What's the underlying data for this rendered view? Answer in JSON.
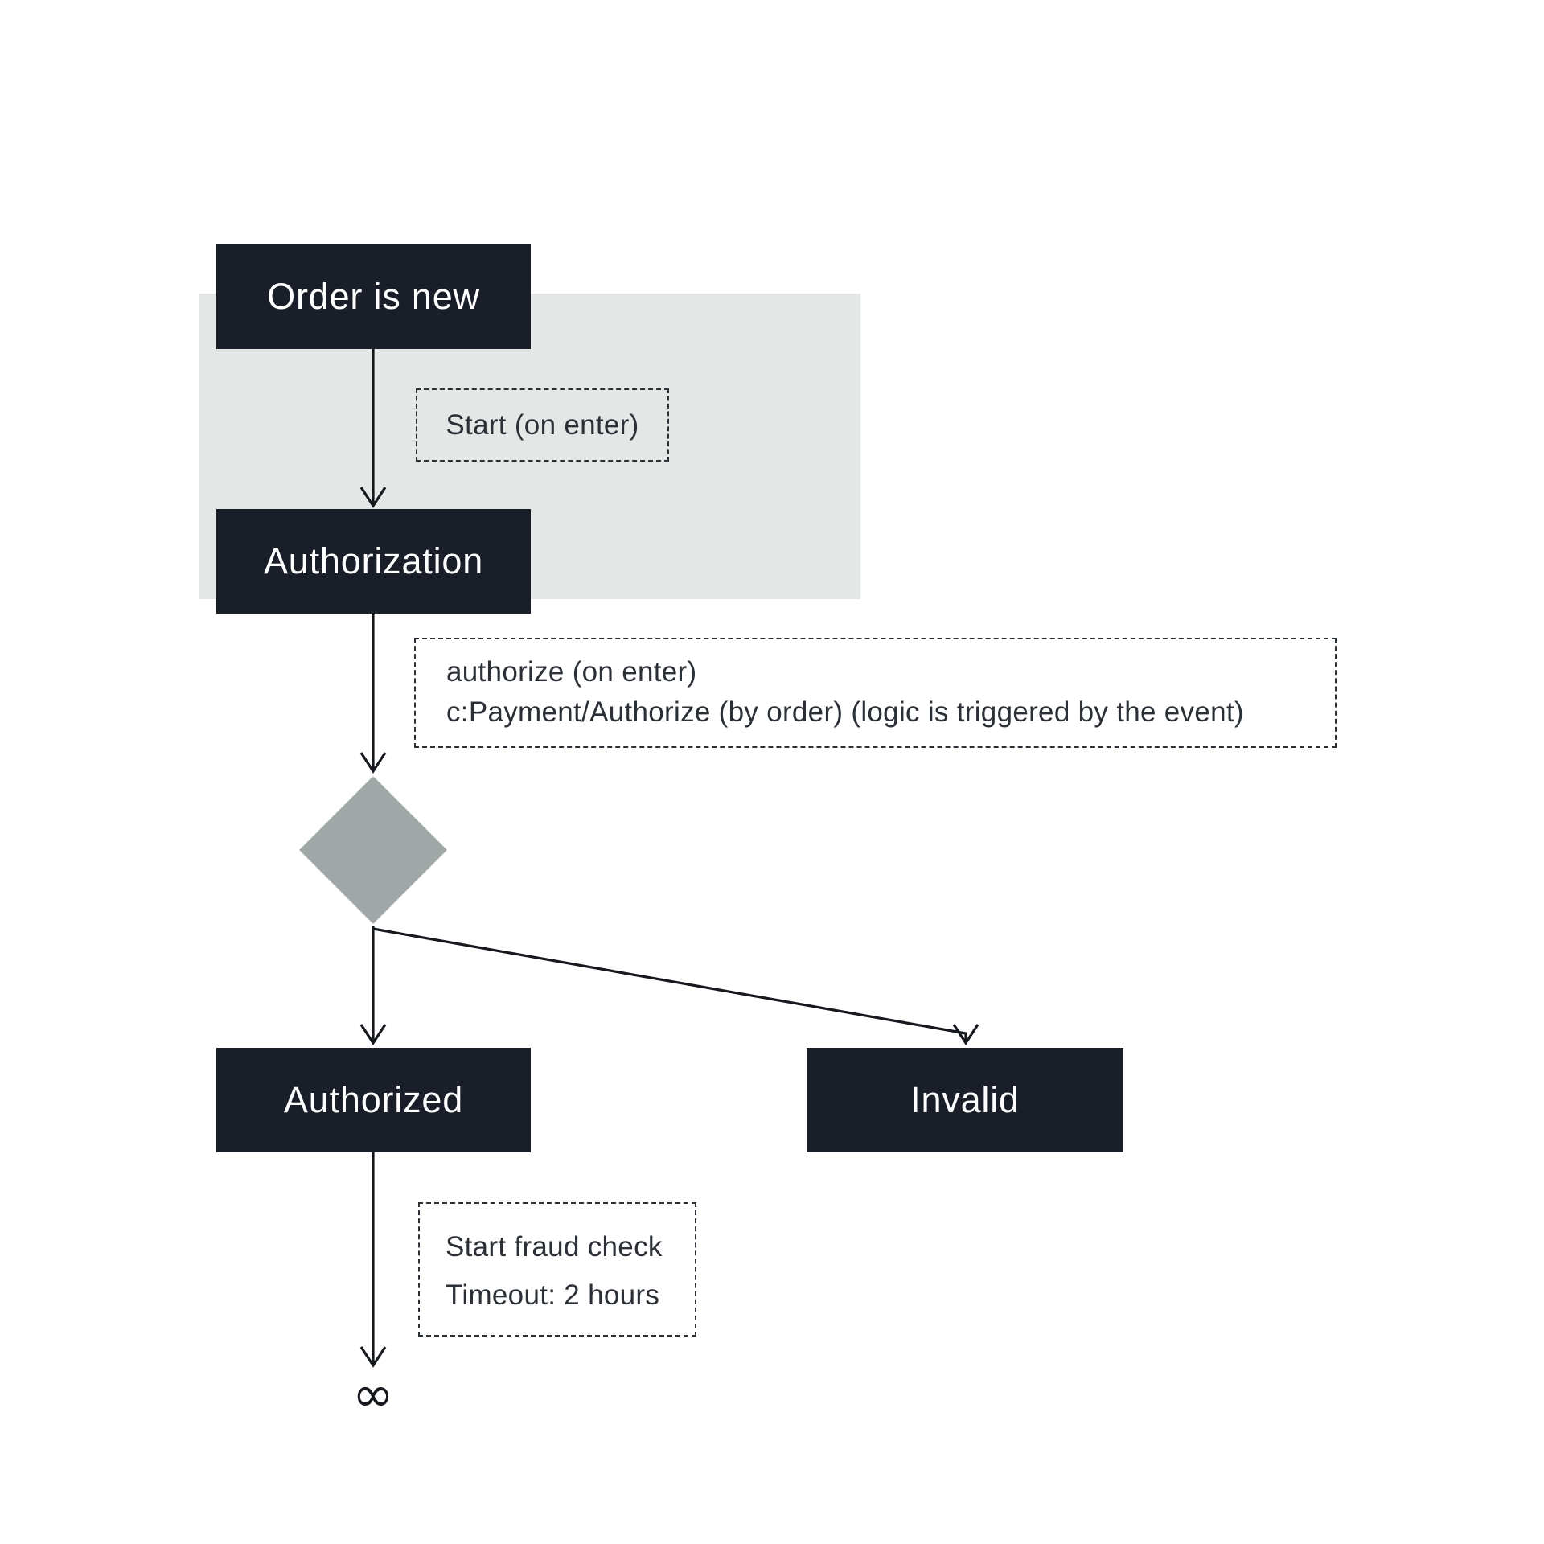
{
  "nodes": {
    "order_is_new": "Order is new",
    "authorization": "Authorization",
    "authorized": "Authorized",
    "invalid": "Invalid"
  },
  "labels": {
    "start_on_enter": "Start (on enter)",
    "authorize_line1": "authorize (on enter)",
    "authorize_line2": "c:Payment/Authorize (by order) (logic is triggered by the event)",
    "fraud_line1": "Start fraud check",
    "fraud_line2": "Timeout: 2 hours"
  },
  "terminal": {
    "symbol": "∞"
  },
  "colors": {
    "canvas_bg": "#ffffff",
    "node_bg": "#191e29",
    "node_text": "#ffffff",
    "panel_bg": "#e3e7e5",
    "diamond_fill": "#9fa8a7",
    "connector": "#15181d",
    "label_text": "#2b2f36",
    "dashed_border": "#2b2f36"
  }
}
